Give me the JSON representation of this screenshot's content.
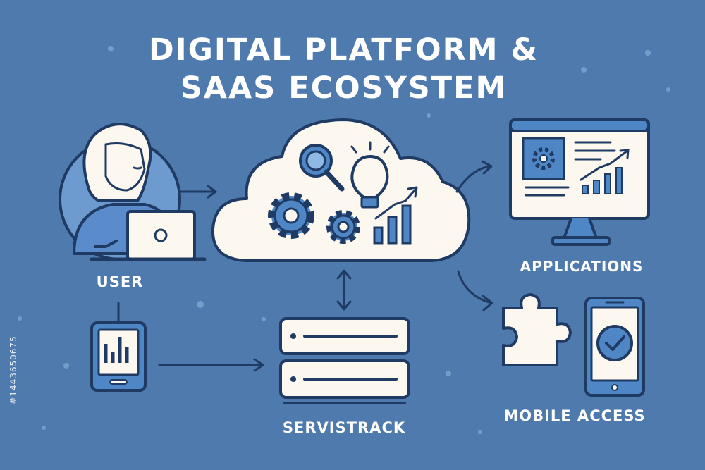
{
  "title": {
    "line1": "DIGITAL PLATFORM &",
    "line2": "SAAS ECOSYSTEM"
  },
  "nodes": {
    "user": "USER",
    "servistrack": "SERVISTRACK",
    "applications": "APPLICATIONS",
    "mobile_access": "MOBILE ACCESS"
  },
  "side_code": "#1443650675",
  "colors": {
    "background": "#4e7aae",
    "outline": "#1f3a63",
    "fill_light": "#fcf8ef",
    "accent": "#4f86c6",
    "text": "#ffffff"
  },
  "icons": [
    "user-icon",
    "laptop-icon",
    "cloud-icon",
    "magnifier-icon",
    "lightbulb-icon",
    "gear-icon",
    "bar-chart-icon",
    "monitor-icon",
    "puzzle-icon",
    "smartphone-icon",
    "checkmark-icon",
    "server-icon",
    "tablet-icon"
  ]
}
